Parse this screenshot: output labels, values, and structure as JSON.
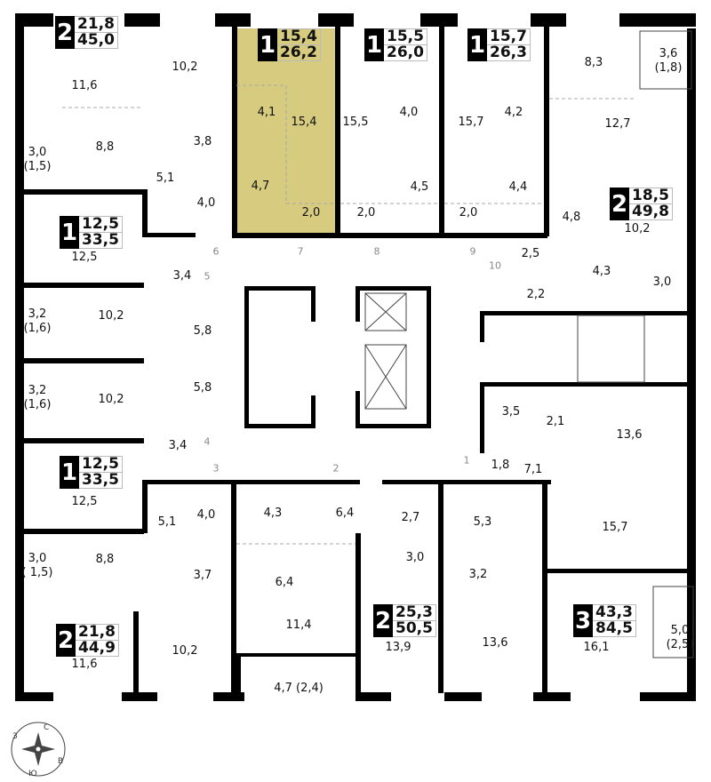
{
  "highlight_color": "#d6cb7f",
  "apartments": [
    {
      "rooms": "2",
      "living": "21,8",
      "total": "45,0"
    },
    {
      "rooms": "1",
      "living": "15,4",
      "total": "26,2",
      "selected": true
    },
    {
      "rooms": "1",
      "living": "15,5",
      "total": "26,0"
    },
    {
      "rooms": "1",
      "living": "15,7",
      "total": "26,3"
    },
    {
      "rooms": "2",
      "living": "18,5",
      "total": "49,8"
    },
    {
      "rooms": "1",
      "living": "12,5",
      "total": "33,5"
    },
    {
      "rooms": "1",
      "living": "12,5",
      "total": "33,5"
    },
    {
      "rooms": "2",
      "living": "21,8",
      "total": "44,9"
    },
    {
      "rooms": "2",
      "living": "25,3",
      "total": "50,5"
    },
    {
      "rooms": "3",
      "living": "43,3",
      "total": "84,5"
    }
  ],
  "rooms": [
    "11,6",
    "10,2",
    "3,0\n(1,5)",
    "8,8",
    "3,8",
    "5,1",
    "4,0",
    "4,1",
    "15,4",
    "4,7",
    "2,0",
    "15,5",
    "4,0",
    "4,5",
    "2,0",
    "15,7",
    "4,2",
    "4,4",
    "2,0",
    "8,3",
    "3,6\n(1,8)",
    "12,7",
    "4,8",
    "10,2",
    "2,5",
    "2,2",
    "4,3",
    "3,0",
    "12,5",
    "3,4",
    "3,2\n(1,6)",
    "10,2",
    "5,8",
    "5,8",
    "3,2\n(1,6)",
    "10,2",
    "3,4",
    "12,5",
    "3,5",
    "2,1",
    "13,6",
    "1,8",
    "7,1",
    "5,1",
    "4,0",
    "4,3",
    "6,4",
    "2,7",
    "5,3",
    "15,7",
    "3,0\n( 1,5)",
    "8,8",
    "3,7",
    "6,4",
    "3,0",
    "3,2",
    "11,4",
    "13,9",
    "13,6",
    "16,1",
    "10,2",
    "11,6",
    "4,7 (2,4)",
    "5,0\n(2,5)"
  ],
  "doors": [
    "1",
    "2",
    "3",
    "4",
    "5",
    "6",
    "7",
    "8",
    "9",
    "10"
  ],
  "compass": {
    "north": "С",
    "west": "З",
    "east": "В",
    "south": "Ю"
  }
}
